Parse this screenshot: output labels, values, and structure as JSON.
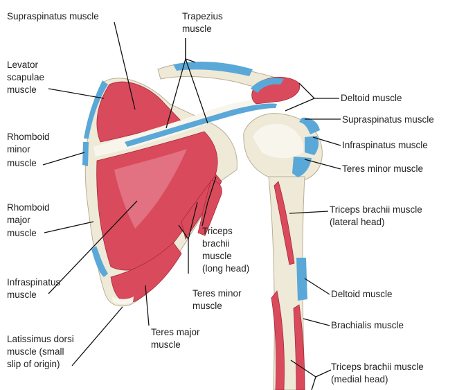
{
  "labels": {
    "supraspinatus_left": "Supraspinatus muscle",
    "trapezius_1": "Trapezius",
    "trapezius_2": "muscle",
    "levator_1": "Levator",
    "levator_2": "scapulae",
    "levator_3": "muscle",
    "rh_minor_1": "Rhomboid",
    "rh_minor_2": "minor",
    "rh_minor_3": "muscle",
    "rh_major_1": "Rhomboid",
    "rh_major_2": "major",
    "rh_major_3": "muscle",
    "infra_left_1": "Infraspinatus",
    "infra_left_2": "muscle",
    "latissimus_1": "Latissimus dorsi",
    "latissimus_2": "muscle (small",
    "latissimus_3": "slip of origin)",
    "teres_major_1": "Teres major",
    "teres_major_2": "muscle",
    "teres_minor_center_1": "Teres minor",
    "teres_minor_center_2": "muscle",
    "triceps_long_1": "Triceps",
    "triceps_long_2": "brachii",
    "triceps_long_3": "muscle",
    "triceps_long_4": "(long head)",
    "deltoid_top": "Deltoid muscle",
    "supraspinatus_right": "Supraspinatus muscle",
    "infraspinatus_right": "Infraspinatus muscle",
    "teres_minor_right": "Teres minor muscle",
    "triceps_lateral_1": "Triceps brachii muscle",
    "triceps_lateral_2": "(lateral head)",
    "deltoid_bottom": "Deltoid muscle",
    "brachialis": "Brachialis muscle",
    "triceps_medial_1": "Triceps brachii muscle",
    "triceps_medial_2": "(medial head)"
  },
  "colors": {
    "muscle": "#d94a5c",
    "attachment": "#5aa8d8",
    "bone": "#efe9d8"
  }
}
